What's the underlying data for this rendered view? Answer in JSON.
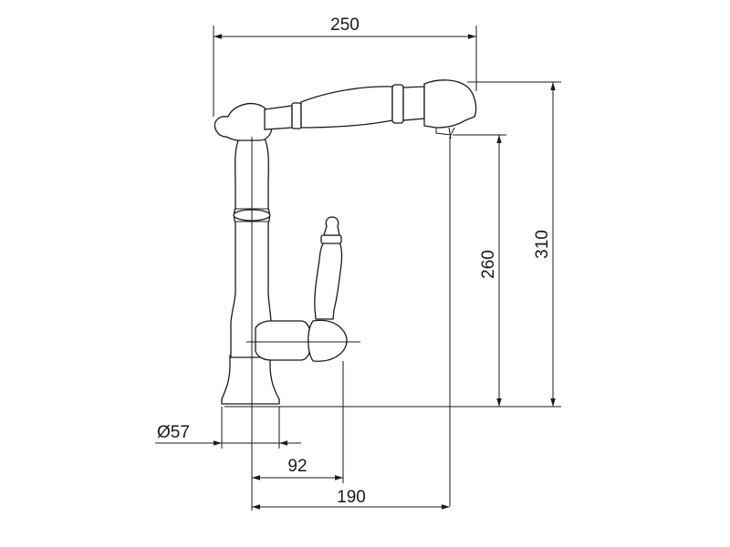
{
  "diagram": {
    "dimensions": {
      "width_total": "250",
      "height_total": "310",
      "height_spout": "260",
      "base_diameter": "Ø57",
      "handle_offset": "92",
      "spout_reach": "190"
    },
    "colors": {
      "line": "#1a1a1a",
      "background": "#ffffff"
    }
  }
}
